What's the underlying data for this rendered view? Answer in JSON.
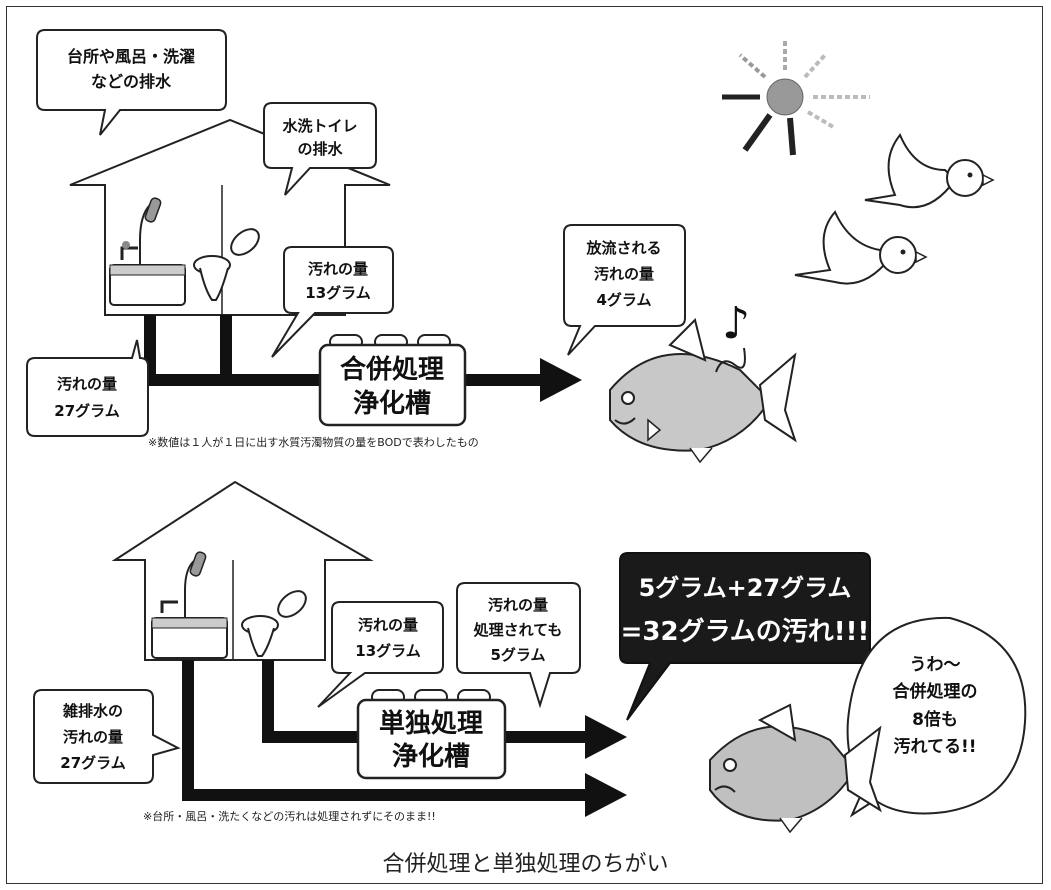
{
  "top_section": {
    "callout_kitchen": [
      "台所や風呂・洗濯",
      "などの排水"
    ],
    "callout_toilet": [
      "水洗トイレ",
      "の排水"
    ],
    "callout_dirt_13": [
      "汚れの量",
      "13グラム"
    ],
    "callout_released": [
      "放流される",
      "汚れの量",
      "4グラム"
    ],
    "callout_dirt_27": [
      "汚れの量",
      "27グラム"
    ],
    "tank_label": [
      "合併処理",
      "浄化槽"
    ],
    "note": "※数値は１人が１日に出す水質汚濁物質の量をBODで表わしたもの",
    "music_note": "♪"
  },
  "bottom_section": {
    "callout_dirt_13": [
      "汚れの量",
      "13グラム"
    ],
    "callout_treated": [
      "汚れの量",
      "処理されても",
      "5グラム"
    ],
    "callout_total": [
      "5グラム+27グラム",
      "=32グラムの汚れ!!!"
    ],
    "callout_graywater": [
      "雑排水の",
      "汚れの量",
      "27グラム"
    ],
    "callout_fish": [
      "うわ～",
      "合併処理の",
      "8倍も",
      "汚れてる!!"
    ],
    "tank_label": [
      "単独処理",
      "浄化槽"
    ],
    "note": "※台所・風呂・洗たくなどの汚れは処理されずにそのまま!!"
  },
  "caption": "合併処理と単独処理のちがい"
}
